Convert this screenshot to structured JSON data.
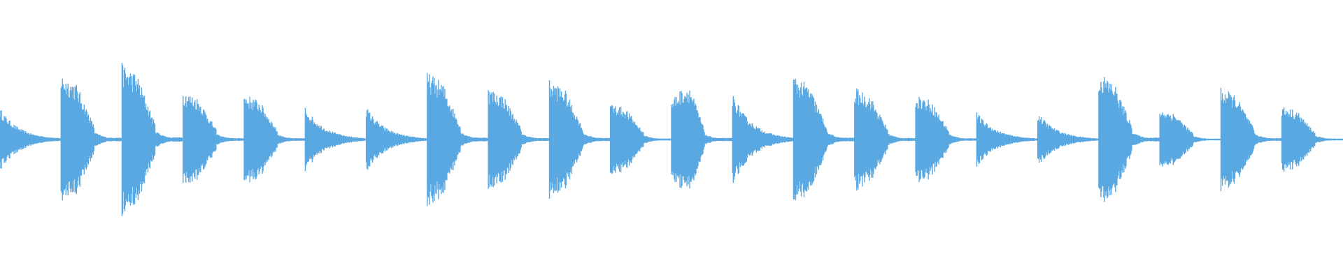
{
  "waveform": {
    "color": "#5aa8e2",
    "background": "#ffffff",
    "events": [
      {
        "kind": "soft",
        "amp": 0.23
      },
      {
        "kind": "hit",
        "amp": 0.43
      },
      {
        "kind": "hit",
        "amp": 0.5
      },
      {
        "kind": "hit",
        "amp": 0.32
      },
      {
        "kind": "hit",
        "amp": 0.3
      },
      {
        "kind": "soft",
        "amp": 0.24
      },
      {
        "kind": "soft",
        "amp": 0.24
      },
      {
        "kind": "hit",
        "amp": 0.44
      },
      {
        "kind": "hit",
        "amp": 0.34
      },
      {
        "kind": "hit",
        "amp": 0.39
      },
      {
        "kind": "hit",
        "amp": 0.24
      },
      {
        "kind": "round",
        "amp": 0.35
      },
      {
        "kind": "soft",
        "amp": 0.34
      },
      {
        "kind": "hit",
        "amp": 0.42
      },
      {
        "kind": "hit",
        "amp": 0.34
      },
      {
        "kind": "hit",
        "amp": 0.3
      },
      {
        "kind": "soft",
        "amp": 0.2
      },
      {
        "kind": "soft",
        "amp": 0.2
      },
      {
        "kind": "hit",
        "amp": 0.44
      },
      {
        "kind": "hit",
        "amp": 0.2
      },
      {
        "kind": "hit",
        "amp": 0.34
      },
      {
        "kind": "hit",
        "amp": 0.22
      }
    ]
  }
}
